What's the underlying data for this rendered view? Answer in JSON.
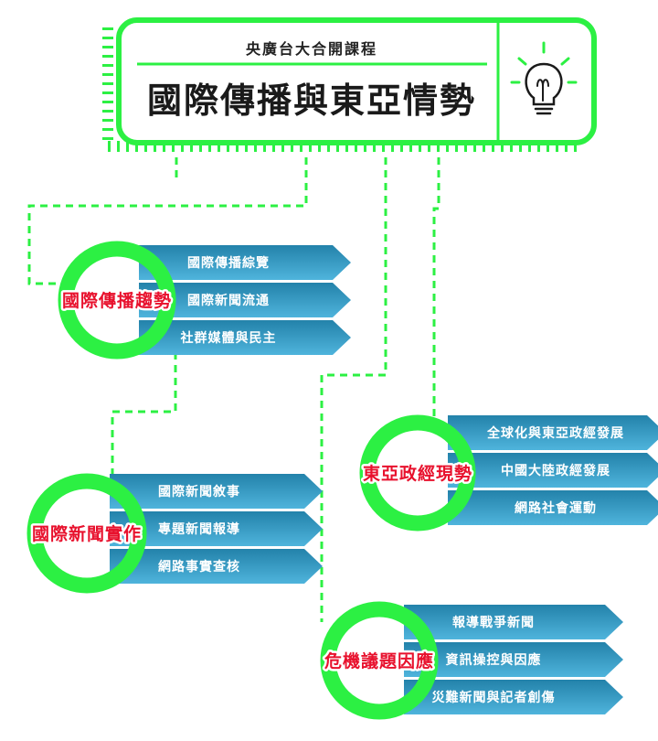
{
  "header": {
    "subtitle": "央廣台大合開課程",
    "title": "國際傳播與東亞情勢",
    "icon": "lightbulb-icon"
  },
  "colors": {
    "green": "#2cf043",
    "ribbon_dark": "#2382aa",
    "ribbon_light": "#4fb4dc",
    "label": "#e8112d"
  },
  "topics": [
    {
      "label": "國際傳播趨勢",
      "items": [
        "國際傳播綜覽",
        "國際新聞流通",
        "社群媒體與民主"
      ]
    },
    {
      "label": "國際新聞實作",
      "items": [
        "國際新聞敘事",
        "專題新聞報導",
        "網路事實查核"
      ]
    },
    {
      "label": "東亞政經現勢",
      "items": [
        "全球化與東亞政經發展",
        "中國大陸政經發展",
        "網路社會運動"
      ]
    },
    {
      "label": "危機議題因應",
      "items": [
        "報導戰爭新聞",
        "資訊操控與因應",
        "災難新聞與記者創傷"
      ]
    }
  ]
}
